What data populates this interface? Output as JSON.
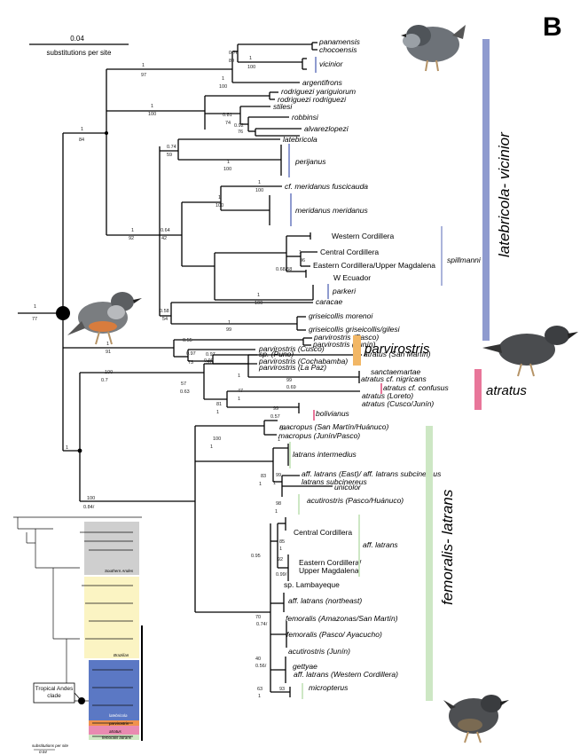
{
  "panel_letter": "B",
  "scale_bar": {
    "value": "0.04",
    "label": "substitutions per site"
  },
  "root_support": {
    "pp": "1",
    "bs": "77"
  },
  "clades": [
    {
      "label": "latebricola- vicinior",
      "color": "#8f9bcf"
    },
    {
      "label": "parvirostris",
      "color": "#f2b766"
    },
    {
      "label": "atratus",
      "color": "#e8769a"
    },
    {
      "label": "femoralis- latrans",
      "color": "#cde7c4"
    }
  ],
  "sub_clades": [
    "spillmanni",
    "aff. latrans"
  ],
  "taxa": [
    "panamensis",
    "chocoensis",
    "vicinior",
    "argentifrons",
    "rodriguezi yariguiorum",
    "rodriguezi rodriguezi",
    "stilesi",
    "robbinsi",
    "alvarezlopezi",
    "latebricola",
    "perijanus",
    "cf. meridanus fuscicauda",
    "meridanus meridanus",
    "Western Cordillera",
    "Central Cordillera",
    "Eastern Cordillera/Upper Magdalena",
    "W Ecuador",
    "parkeri",
    "caracae",
    "griseicollis morenoi",
    "griseicollis griseicollis/gilesi",
    "parvirostris (Pasco)",
    "parvirostris (Junín)",
    "parvirostris (Cusco)",
    "sp. (Puno)",
    "parvirostris (Cochabamba)",
    "parvirostris (La Paz)",
    "atratus (San Martín)",
    "sanctaemartae",
    "atratus cf. nigricans",
    "atratus cf. confusus",
    "atratus (Loreto)",
    "atratus (Cusco/Junín)",
    "bolivianus",
    "macropus (San Martín/Huánuco)",
    "macropus (Junín/Pasco)",
    "latrans intermedius",
    "aff. latrans (East)/ aff. latrans subcinereus",
    "latrans subcinereus",
    "unicolor",
    "acutirostris (Pasco/Huánuco)",
    "Central Cordillera",
    "Eastern Cordillera/",
    "Upper Magdalena",
    "sp. Lambayeque",
    "aff. latrans (northeast)",
    "femoralis (Amazonas/San Martín)",
    "femoralis (Pasco/ Ayacucho)",
    "acutirostris (Junín)",
    "gettyae",
    "aff. latrans (Western Cordillera)",
    "micropterus"
  ],
  "support_values": [
    "0.76",
    "89",
    "1",
    "100",
    "1",
    "97",
    "1",
    "100",
    "1",
    "100",
    "0.81",
    "74",
    "0.92",
    "76",
    "1",
    "84",
    "0.74",
    "59",
    "1",
    "100",
    "1",
    "100",
    "1",
    "100",
    "1",
    "92",
    "0.64",
    "42",
    "1",
    "96",
    "0.68/58",
    "1",
    "100",
    "0.58",
    "54",
    "1",
    "99",
    "1",
    "91",
    "0.55",
    "0.97",
    "73",
    "0.97",
    "51",
    "0.99",
    "57",
    "0.63",
    "1",
    "99",
    "0.69",
    "47",
    "1",
    "100",
    "0.7",
    "81",
    "1",
    "99",
    "0.57",
    "1",
    "100",
    "1",
    "94",
    "1",
    "83",
    "1",
    "99",
    "1",
    "98",
    "1",
    "100",
    "0.84/",
    "0.95",
    "85",
    "1",
    "92",
    "0.99/",
    "70",
    "0.74/",
    "40",
    "0.56/",
    "63",
    "1",
    "93"
  ],
  "inset": {
    "box_label": "Tropical Andes clade",
    "regions": [
      "Southern Andes",
      "Brazilian",
      "latebricola",
      "parvirostris",
      "atratus",
      "femoralis latrans"
    ],
    "scale_value": "0.04",
    "scale_label": "substitutions per site",
    "colors": {
      "grey": "#cfcfcf",
      "yellow": "#fbf4c3",
      "blue": "#5b78c4",
      "orange": "#f0924d",
      "pink": "#e98ab1",
      "green": "#cfe8c3"
    }
  }
}
